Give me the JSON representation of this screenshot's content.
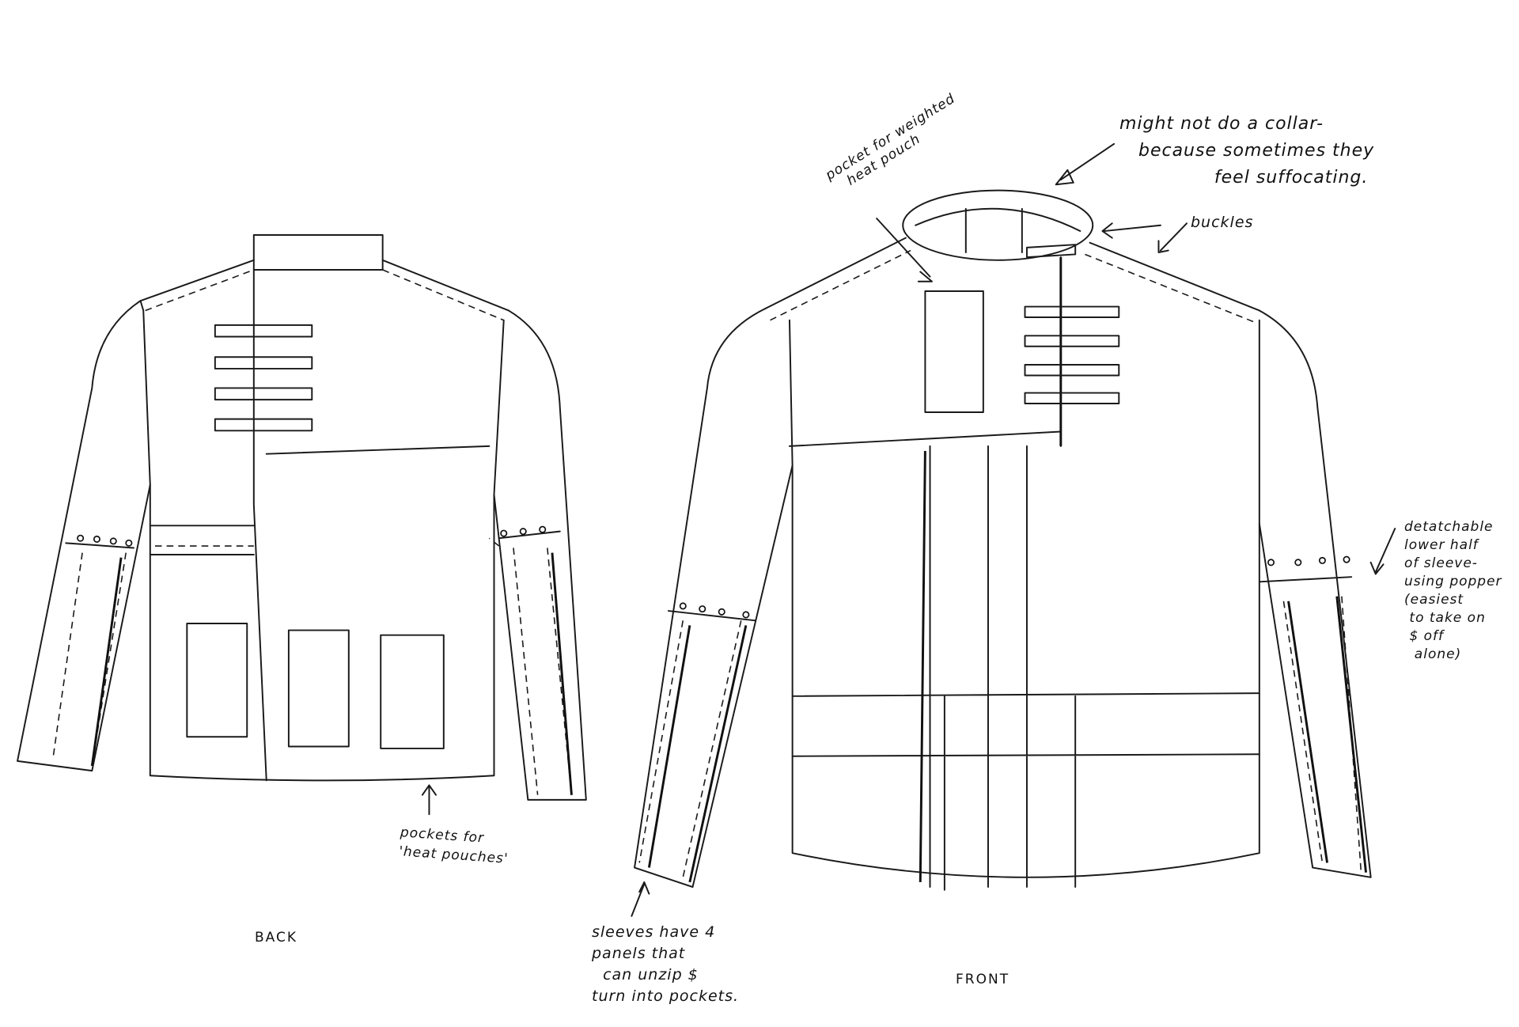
{
  "labels": {
    "back": "BACK",
    "front": "FRONT"
  },
  "annotations": {
    "collar": "might not do a collar-\n   because sometimes they\n               feel suffocating.",
    "pocket_front": "pocket for weighted\n   heat pouch",
    "buckles": "buckles",
    "detachable": "detatchable\nlower half\nof sleeve-\nusing popper\n(easiest\n to take on\n $ off\n  alone)",
    "pockets_back": "pockets for\n'heat pouches'",
    "sleeves": "sleeves have 4\npanels that\n  can unzip $\nturn into pockets."
  }
}
